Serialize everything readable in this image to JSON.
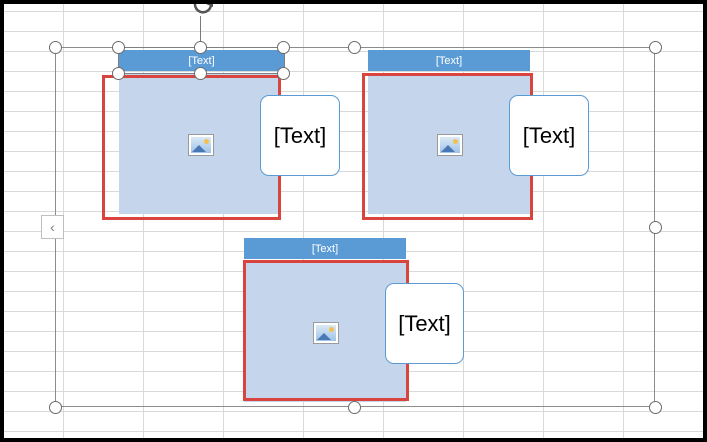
{
  "smartart": {
    "shapes": [
      {
        "header": "[Text]",
        "body": "[Text]",
        "image": "picture-placeholder-icon"
      },
      {
        "header": "[Text]",
        "body": "[Text]",
        "image": "picture-placeholder-icon"
      },
      {
        "header": "[Text]",
        "body": "[Text]",
        "image": "picture-placeholder-icon"
      }
    ],
    "text_pane_toggle": "‹"
  },
  "colors": {
    "header_fill": "#5b9bd5",
    "picture_fill": "#c5d5eb",
    "highlight_outline": "#d9443f",
    "text_box_border": "#5b9bd5"
  }
}
